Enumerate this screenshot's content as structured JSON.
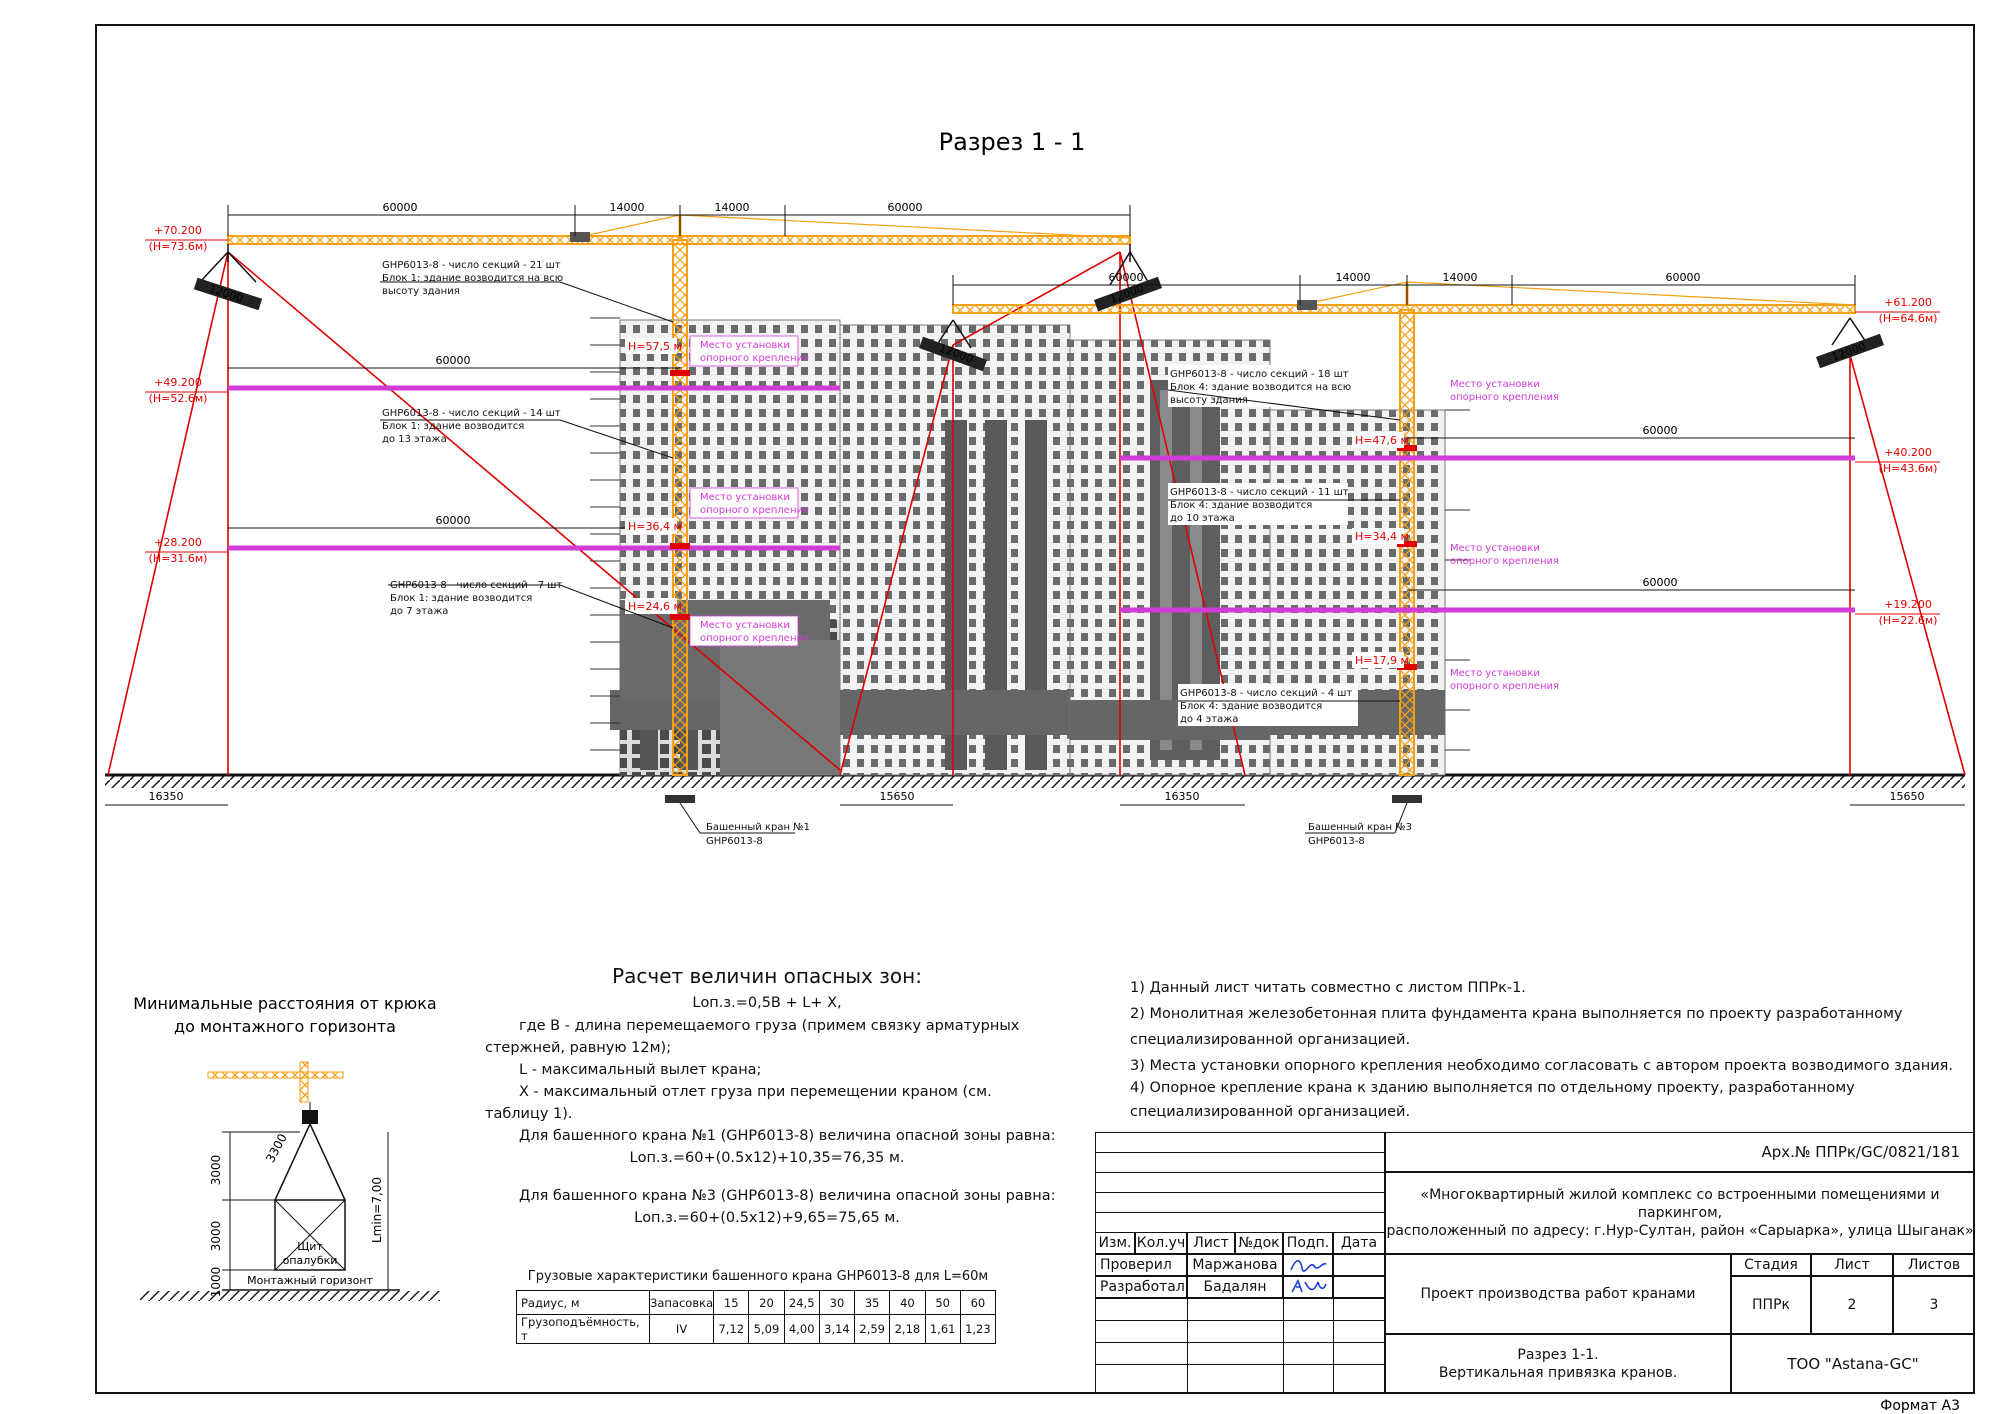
{
  "sheet_title": "Разрез 1 - 1",
  "overall_dims": {
    "crane1": [
      "60000",
      "14000",
      "14000",
      "60000"
    ],
    "crane3": [
      "60000",
      "14000",
      "14000",
      "60000"
    ],
    "mid_jib_crane1": [
      "60000",
      "14000"
    ],
    "mid_jib_crane3": [
      "14000",
      "60000"
    ],
    "left_top": "60000",
    "ground_left": "16350",
    "ground_mid_left": "15650",
    "ground_mid_right": "16350",
    "ground_right": "15650",
    "block": "12000"
  },
  "levels_left": [
    {
      "elev": "+70.200",
      "h": "(H=73.6м)"
    },
    {
      "elev": "+49.200",
      "h": "(H=52.6м)"
    },
    {
      "elev": "+28.200",
      "h": "(H=31.6м)"
    }
  ],
  "levels_right": [
    {
      "elev": "+61.200",
      "h": "(H=64.6м)"
    },
    {
      "elev": "+40.200",
      "h": "(H=43.6м)"
    },
    {
      "elev": "+19.200",
      "h": "(H=22.6м)"
    }
  ],
  "heights_crane1": [
    "H=57,5 м",
    "H=36,4 м",
    "H=24,6 м"
  ],
  "heights_crane3": [
    "H=47,6 м",
    "H=34,4 м",
    "H=17,9 м"
  ],
  "anchor_label_1": "Место установки",
  "anchor_label_2": "опорного крепления",
  "callouts_left": [
    {
      "l1": "GHP6013-8 - число секций - 21 шт",
      "l2": "Блок 1: здание возводится на всю",
      "l3": "высоту здания"
    },
    {
      "l1": "GHP6013-8 - число секций - 14 шт",
      "l2": "Блок 1: здание возводится",
      "l3": "до 13 этажа"
    },
    {
      "l1": "GHP6013-8 - число секций - 7 шт",
      "l2": "Блок 1: здание возводится",
      "l3": "до 7 этажа"
    }
  ],
  "callouts_right": [
    {
      "l1": "GHP6013-8 - число секций - 18 шт",
      "l2": "Блок 4: здание возводится на всю",
      "l3": "высоту здания"
    },
    {
      "l1": "GHP6013-8 - число секций - 11 шт",
      "l2": "Блок 4: здание возводится",
      "l3": "до 10 этажа"
    },
    {
      "l1": "GHP6013-8 - число секций - 4 шт",
      "l2": "Блок 4: здание возводится",
      "l3": "до 4 этажа"
    }
  ],
  "crane1_label": "Башенный кран №1",
  "crane3_label": "Башенный кран №3",
  "crane_model": "GHP6013-8",
  "min_dist": {
    "title1": "Минимальные расстояния от крюка",
    "title2": "до монтажного горизонта",
    "d3300": "3300",
    "d3000a": "3000",
    "d3000b": "3000",
    "d1000": "1000",
    "lmin": "Lmin=7,00",
    "shield1": "Щит",
    "shield2": "опалубки",
    "horizon": "Монтажный горизонт"
  },
  "calc": {
    "title": "Расчет величин опасных зон:",
    "formula": "Lоп.з.=0,5В + L+ X,",
    "l1": "где В - длина перемещаемого груза (примем связку арматурных",
    "l2": "стержней, равную 12м);",
    "l3": "L - максимальный вылет крана;",
    "l4": "X - максимальный отлет груза при перемещении краном (см.",
    "l5": "таблицу 1).",
    "l6": "Для башенного крана №1 (GHP6013-8) величина опасной зоны равна:",
    "l7": "Lоп.з.=60+(0.5х12)+10,35=76,35 м.",
    "l8": "Для башенного крана №3 (GHP6013-8) величина опасной зоны равна:",
    "l9": "Lоп.з.=60+(0.5х12)+9,65=75,65 м."
  },
  "load_table": {
    "caption": "Грузовые характеристики башенного крана GHP6013-8 для L=60м",
    "row1": [
      "Радиус, м",
      "Запасовка",
      "15",
      "20",
      "24,5",
      "30",
      "35",
      "40",
      "50",
      "60"
    ],
    "row2": [
      "Грузоподъёмность, т",
      "IV",
      "7,12",
      "5,09",
      "4,00",
      "3,14",
      "2,59",
      "2,18",
      "1,61",
      "1,23"
    ]
  },
  "notes": {
    "n1": "1)        Данный лист читать совместно с листом ППРк-1.",
    "n2": "2)        Монолитная железобетонная плита фундамента крана выполняется по проекту разработанному",
    "n2b": "специализированной организацией.",
    "n3": "3)        Места установки опорного крепления необходимо согласовать с автором проекта возводимого здания.",
    "n4": "4)        Опорное крепление крана к зданию выполняется по отдельному проекту, разработанному",
    "n4b": "специализированной  организацией."
  },
  "title_block": {
    "code": "Арх.№ ППРк/GC/0821/181",
    "project1": "«Многоквартирный жилой комплекс со встроенными помещениями и паркингом,",
    "project2": "расположенный по адресу: г.Нур-Султан, район «Сарыарка», улица Шыганак»",
    "h_izm": "Изм.",
    "h_kol": "Кол.уч",
    "h_list": "Лист",
    "h_ndok": "№док",
    "h_podp": "Подп.",
    "h_data": "Дата",
    "checked_role": "Проверил",
    "checked_name": "Маржанова",
    "author_role": "Разработал",
    "author_name": "Бадалян",
    "doc": "Проект производства работ кранами",
    "stage_h": "Стадия",
    "sheet_h": "Лист",
    "sheets_h": "Листов",
    "stage": "ППРк",
    "sheet": "2",
    "sheets": "3",
    "drawing1": "Разрез 1-1.",
    "drawing2": "Вертикальная привязка кранов.",
    "company": "ТОО \"Astana-GC\""
  },
  "format": "Формат А3",
  "colors": {
    "crane": "#f5a013",
    "anchor": "#d13bd6",
    "red": "#e00000",
    "building": "#555555",
    "line": "#111111"
  }
}
